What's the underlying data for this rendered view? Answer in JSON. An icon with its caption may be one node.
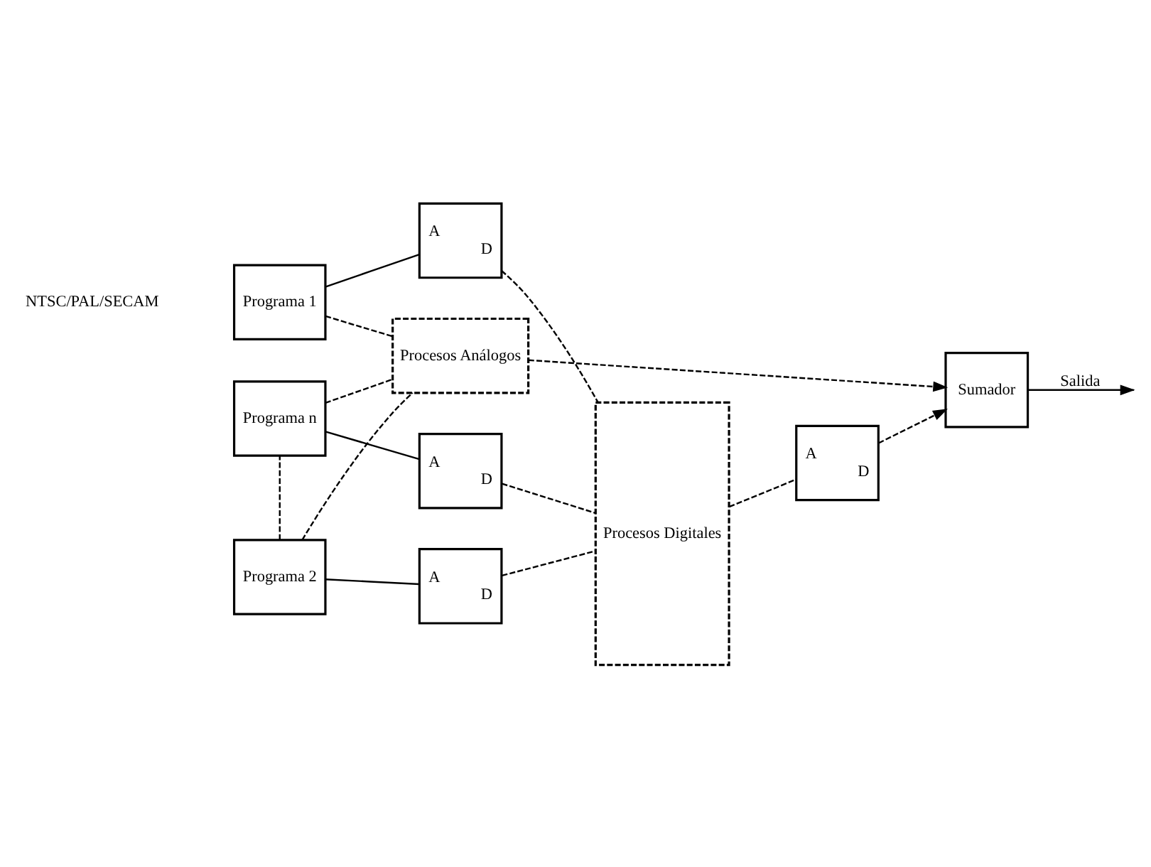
{
  "diagram": {
    "nodes": [
      {
        "text": [
          "Programa 1"
        ]
      },
      {
        "text": [
          "Programa 2"
        ]
      },
      {
        "text": [
          "Programa n"
        ]
      },
      {
        "text": [
          "A",
          "D"
        ]
      },
      {
        "text": [
          "A",
          "D"
        ]
      },
      {
        "text": [
          "A",
          "D"
        ]
      },
      {
        "text": [
          "Procesos Digitales"
        ]
      },
      {
        "text": [
          "A",
          "D"
        ]
      },
      {
        "text": [
          "Sumador"
        ]
      },
      {
        "text": [
          "Procesos Análogos"
        ]
      }
    ],
    "edges": [
      {
        "from": 0,
        "to": 3,
        "arrow": "none"
      },
      {
        "from": 1,
        "to": 4,
        "arrow": "none"
      },
      {
        "from": 2,
        "to": 5,
        "arrow": "none"
      },
      {
        "from": 1,
        "to": 2,
        "arrow": "none",
        "style": "dashed"
      },
      {
        "from": 0,
        "to": 9,
        "arrow": "none",
        "style": "dashed"
      },
      {
        "from": 1,
        "to": 9,
        "arrow": "none",
        "style": "dashed"
      },
      {
        "from": 2,
        "to": 9,
        "arrow": "none",
        "style": "dashed"
      },
      {
        "from": 3,
        "to": 6,
        "arrow": "none",
        "style": "dashed"
      },
      {
        "from": 4,
        "to": 6,
        "arrow": "none",
        "style": "dashed"
      },
      {
        "from": 5,
        "to": 6,
        "arrow": "none",
        "style": "dashed"
      },
      {
        "from": 6,
        "to": 7,
        "arrow": "none",
        "style": "dashed"
      },
      {
        "from": 7,
        "to": 8,
        "arrow": "to",
        "style": "dashed"
      },
      {
        "from": 9,
        "to": 8,
        "arrow": "to",
        "style": "dashed"
      },
      {
        "from": 8,
        "to": null,
        "arrow": "to",
        "label": "Salida"
      }
    ],
    "labels": [
      "NTSC/PAL/SECAM"
    ]
  }
}
